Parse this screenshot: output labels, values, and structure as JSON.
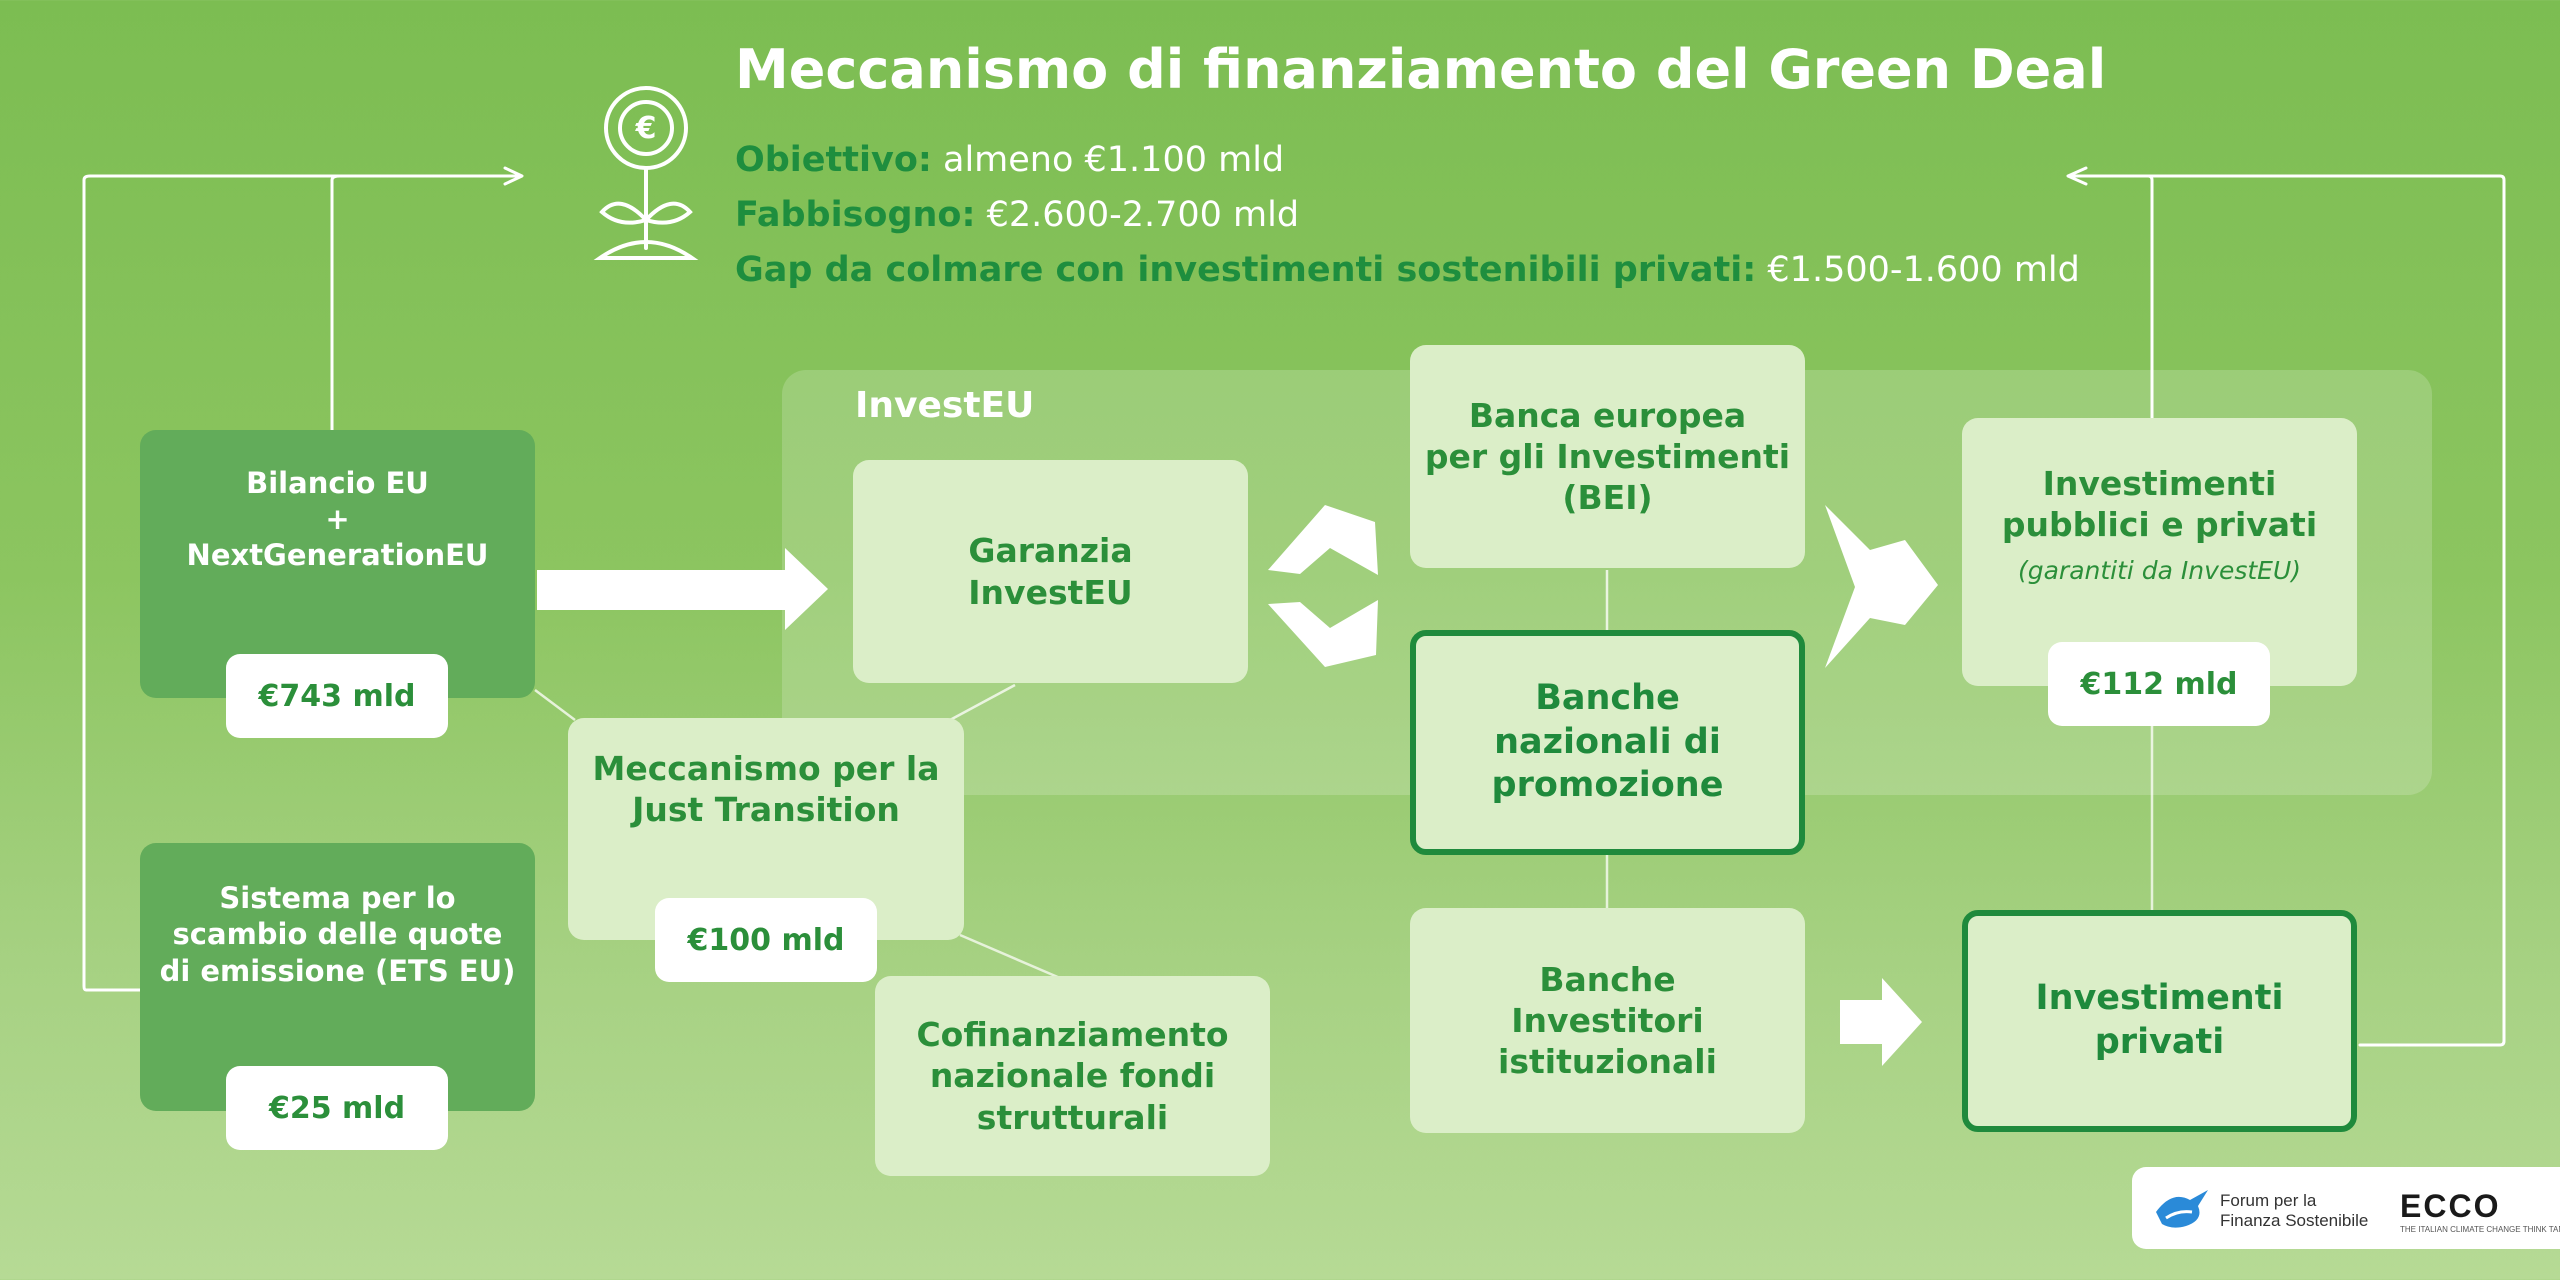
{
  "header": {
    "title": "Meccanismo di finanziamento del Green Deal",
    "objective_label": "Obiettivo:",
    "objective_value": "almeno €1.100 mld",
    "need_label": "Fabbisogno:",
    "need_value": "€2.600-2.700 mld",
    "gap_label": "Gap da colmare con investimenti sostenibili privati:",
    "gap_value": "€1.500-1.600 mld",
    "icon": "euro-plant-icon"
  },
  "investeu": {
    "label": "InvestEU"
  },
  "boxes": {
    "bilancio": {
      "line1": "Bilancio EU",
      "line2": "+",
      "line3": "NextGenerationEU",
      "amount": "€743 mld"
    },
    "ets": {
      "line1": "Sistema per lo",
      "line2": "scambio delle quote",
      "line3": "di emissione (ETS EU)",
      "amount": "€25 mld"
    },
    "garanzia": {
      "line1": "Garanzia",
      "line2": "InvestEU"
    },
    "jtm": {
      "line1": "Meccanismo per la",
      "line2": "Just Transition",
      "amount": "€100 mld"
    },
    "cofin": {
      "line1": "Cofinanziamento",
      "line2": "nazionale fondi",
      "line3": "strutturali"
    },
    "bei": {
      "line1": "Banca europea",
      "line2": "per gli Investimenti",
      "line3": "(BEI)"
    },
    "promo": {
      "line1": "Banche",
      "line2": "nazionali di",
      "line3": "promozione"
    },
    "istituz": {
      "line1": "Banche",
      "line2": "Investitori",
      "line3": "istituzionali"
    },
    "pubpriv": {
      "line1": "Investimenti",
      "line2": "pubblici e privati",
      "note": "(garantiti da InvestEU)",
      "amount": "€112 mld"
    },
    "privati": {
      "line1": "Investimenti",
      "line2": "privati"
    }
  },
  "footer": {
    "forum_line1": "Forum per la",
    "forum_line2": "Finanza Sostenibile",
    "ecco_name": "ECCO",
    "ecco_tagline": "THE ITALIAN CLIMATE CHANGE THINK TANK"
  },
  "colors": {
    "accent": "#1f8a3c",
    "box_dark": "#62ac5a",
    "box_light": "#dbeec8",
    "background": "#8cc560"
  }
}
